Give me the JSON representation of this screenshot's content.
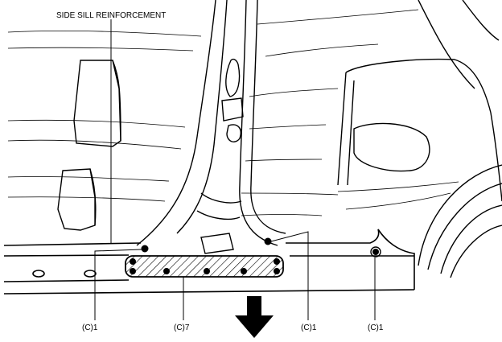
{
  "labels": {
    "part_name": "SIDE SILL REINFORCEMENT",
    "callout_left": "(C)1",
    "callout_center": "(C)7",
    "callout_right_inner": "(C)1",
    "callout_right_outer": "(C)1"
  },
  "icons": {
    "direction_arrow": "down-arrow-icon"
  },
  "colors": {
    "line": "#000000",
    "background": "#ffffff"
  }
}
